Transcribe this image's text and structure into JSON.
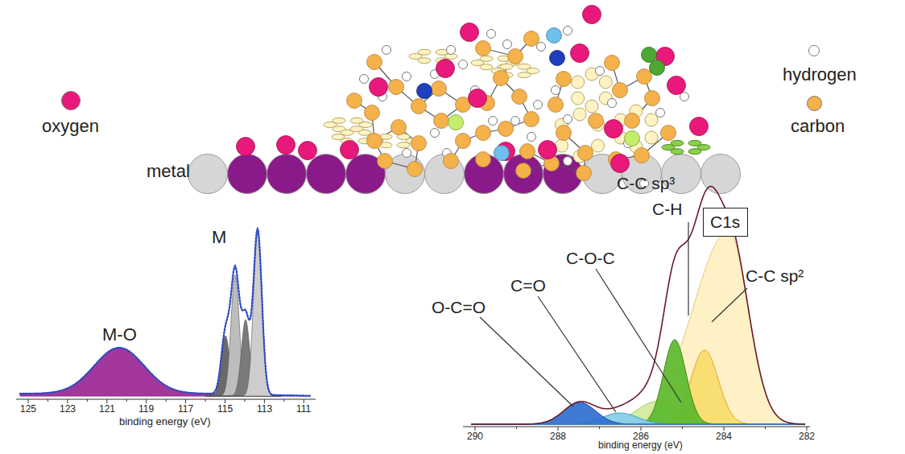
{
  "diagram": {
    "nodes": [
      {
        "text": [
          "C1s"
        ]
      }
    ],
    "labels": [
      "metal",
      "M-O",
      "M",
      "125",
      "123",
      "121",
      "119",
      "117",
      "115",
      "113",
      "111",
      "binding energy (eV)",
      "C-C sp³",
      "C-H",
      "C-O-C",
      "C=O",
      "O-C=O",
      "C-C sp²",
      "290",
      "288",
      "286",
      "284",
      "282",
      "binding energy (eV)"
    ],
    "legend": [
      {
        "text": "oxygen",
        "color": "#e8197a"
      },
      {
        "text": "hydrogen",
        "color": "#ffffff"
      },
      {
        "text": "carbon",
        "color": "#f5b14a"
      }
    ]
  }
}
